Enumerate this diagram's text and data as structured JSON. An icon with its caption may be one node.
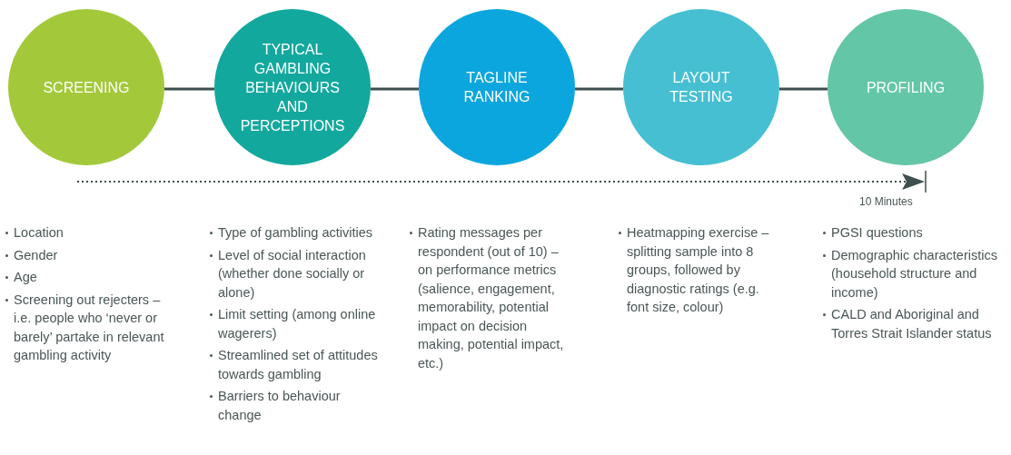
{
  "diagram": {
    "nodes": [
      {
        "text": [
          "SCREENING"
        ]
      },
      {
        "text": [
          "TYPICAL GAMBLING BEHAVIOURS AND PERCEPTIONS"
        ]
      },
      {
        "text": [
          "TAGLINE RANKING"
        ]
      },
      {
        "text": [
          "LAYOUT TESTING"
        ]
      },
      {
        "text": [
          "PROFILING"
        ]
      }
    ],
    "edges": [
      {
        "from": 0,
        "to": 1,
        "arrow": "none"
      },
      {
        "from": 1,
        "to": 2,
        "arrow": "none"
      },
      {
        "from": 2,
        "to": 3,
        "arrow": "none"
      },
      {
        "from": 3,
        "to": 4,
        "arrow": "none"
      }
    ],
    "labels": [
      "10 Minutes",
      "Location",
      "Gender",
      "Age",
      "Screening out rejecters – i.e. people who ‘never or barely’ partake in relevant gambling activity",
      "Type of gambling activities",
      "Level of social interaction (whether done socially or alone)",
      "Limit setting (among online wagerers)",
      "Streamlined set of attitudes towards gambling",
      "Barriers to behaviour change",
      "Rating messages per respondent (out of 10) – on performance metrics (salience, engagement, memorability, potential impact on decision making, potential impact, etc.)",
      "Heatmapping exercise – splitting sample into 8 groups, followed by diagnostic ratings (e.g. font size, colour)",
      "PGSI questions",
      "Demographic characteristics (household structure and income)",
      "CALD and Aboriginal and Torres Strait Islander status"
    ]
  }
}
